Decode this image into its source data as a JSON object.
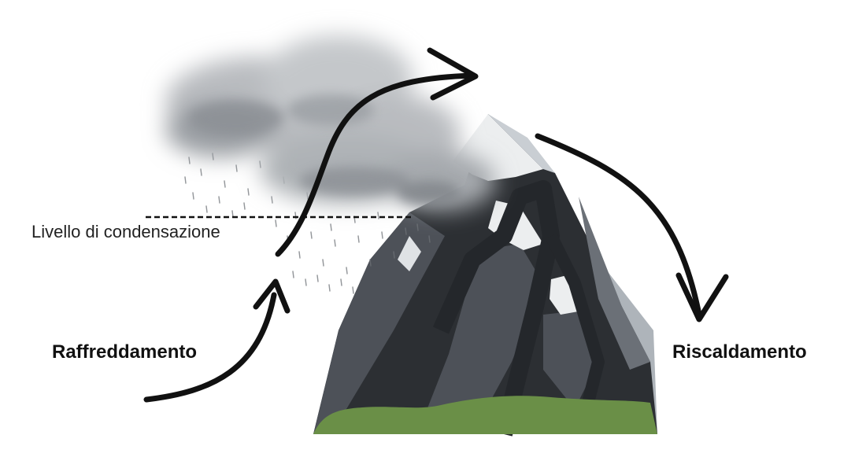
{
  "labels": {
    "cooling": "Raffreddamento",
    "warming": "Riscaldamento",
    "condensation_level": "Livello di condensazione"
  },
  "colors": {
    "background": "#ffffff",
    "text": "#111111",
    "arrow": "#111111",
    "rock_dark": "#2c2f33",
    "rock_mid": "#4d5158",
    "rock_light": "#6b7077",
    "snow": "#eceeef",
    "snow_shadow": "#aeb4ba",
    "grass": "#6a8f47",
    "cloud": "#b9bcc0",
    "cloud_dark": "#8b8f94",
    "rain": "#6e7277"
  },
  "icons": {
    "mountain": "mountain-illustration",
    "cloud": "rain-cloud-illustration",
    "arrows": [
      "curved-arrow-up-icon",
      "curved-arrow-over-icon",
      "curved-arrow-down-icon"
    ]
  }
}
